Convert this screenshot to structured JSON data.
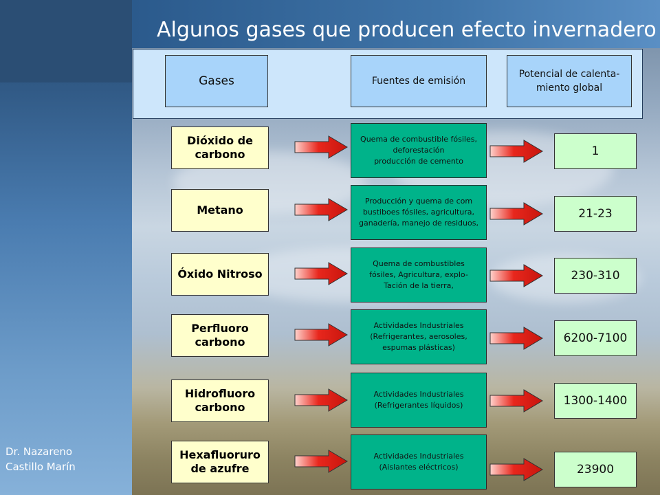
{
  "slide": {
    "title": "Algunos gases que producen efecto invernadero",
    "author": "Dr. Nazareno\nCastillo Marín"
  },
  "headers": {
    "gases": "Gases",
    "sources": "Fuentes de emisión",
    "potential": "Potencial de calenta-\nmiento global"
  },
  "rows": [
    {
      "gas": "Dióxido de\ncarbono",
      "source": "Quema de combustible fósiles,\ndeforestación\nproducción de cemento",
      "potential": "1"
    },
    {
      "gas": "Metano",
      "source": "Producción y quema de com\nbustiboes fósiles, agricultura,\nganadería, manejo de residuos,",
      "potential": "21-23"
    },
    {
      "gas": "Óxido Nitroso",
      "source": "Quema de combustibles\nfósiles, Agricultura, explo-\nTación de la tierra,",
      "potential": "230-310"
    },
    {
      "gas": "Perfluoro\ncarbono",
      "source": "Actividades Industriales\n(Refrigerantes, aerosoles,\nespumas plásticas)",
      "potential": "6200-7100"
    },
    {
      "gas": "Hidrofluoro\ncarbono",
      "source": "Actividades Industriales\n(Refrigerantes líquidos)",
      "potential": "1300-1400"
    },
    {
      "gas": "Hexafluoruro\nde azufre",
      "source": "Actividades Industriales\n(Aislantes eléctricos)",
      "potential": "23900"
    }
  ],
  "colors": {
    "gas_box": "#ffffcc",
    "source_box": "#00b38a",
    "value_box": "#ccffcc",
    "header_box": "#a8d4fa",
    "arrow": "#e8271d"
  },
  "icons": {
    "connector": "right-arrow-icon"
  }
}
